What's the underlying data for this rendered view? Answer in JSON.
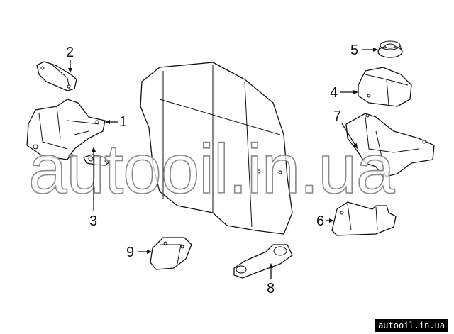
{
  "diagram": {
    "callouts": [
      "1",
      "2",
      "3",
      "4",
      "5",
      "6",
      "7",
      "8",
      "9"
    ]
  },
  "watermark": "autooil.in.ua",
  "badge": "autooil.in.ua"
}
